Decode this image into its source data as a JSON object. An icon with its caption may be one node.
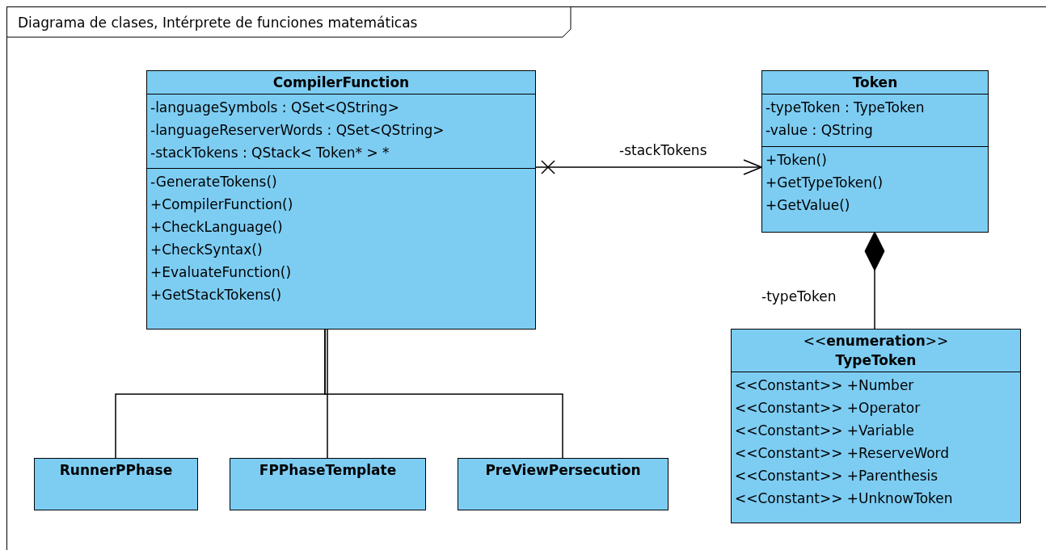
{
  "diagram": {
    "title": "Diagrama de clases, Intérprete de funciones matemáticas",
    "nodes": [
      {
        "text": [
          "CompilerFunction"
        ]
      },
      {
        "text": [
          "-languageSymbols : QSet<QString>",
          "-languageReserverWords : QSet<QString>",
          "-stackTokens : QStack< Token* > *"
        ],
        "in": 0
      },
      {
        "text": [
          "-GenerateTokens()",
          "+CompilerFunction()",
          "+CheckLanguage()",
          "+CheckSyntax()",
          "+EvaluateFunction()",
          "+GetStackTokens()"
        ],
        "in": 0
      },
      {
        "text": [
          "Token"
        ]
      },
      {
        "text": [
          "-typeToken : TypeToken",
          "-value : QString"
        ],
        "in": 3
      },
      {
        "text": [
          "+Token()",
          "+GetTypeToken()",
          "+GetValue()"
        ],
        "in": 3
      },
      {
        "text": [
          "<<**enumeration**>>",
          "TypeToken"
        ]
      },
      {
        "text": [
          "<<Constant>> +Number",
          "<<Constant>> +Operator",
          "<<Constant>> +Variable",
          "<<Constant>> +ReserveWord",
          "<<Constant>> +Parenthesis",
          "<<Constant>> +UnknowToken"
        ],
        "in": 6
      },
      {
        "text": [
          "RunnerPPhase"
        ]
      },
      {
        "text": [
          "FPPhaseTemplate"
        ]
      },
      {
        "text": [
          "PreViewPersecution"
        ]
      }
    ],
    "edges": [
      {
        "from": 0,
        "to": 3,
        "arrow": "to",
        "label": "-stackTokens"
      },
      {
        "from": 3,
        "to": 6,
        "arrow": "other",
        "label": "-typeToken"
      },
      {
        "from": 0,
        "to": 8,
        "arrow": "none"
      },
      {
        "from": 0,
        "to": 9,
        "arrow": "none"
      },
      {
        "from": 0,
        "to": 10,
        "arrow": "none"
      }
    ]
  }
}
